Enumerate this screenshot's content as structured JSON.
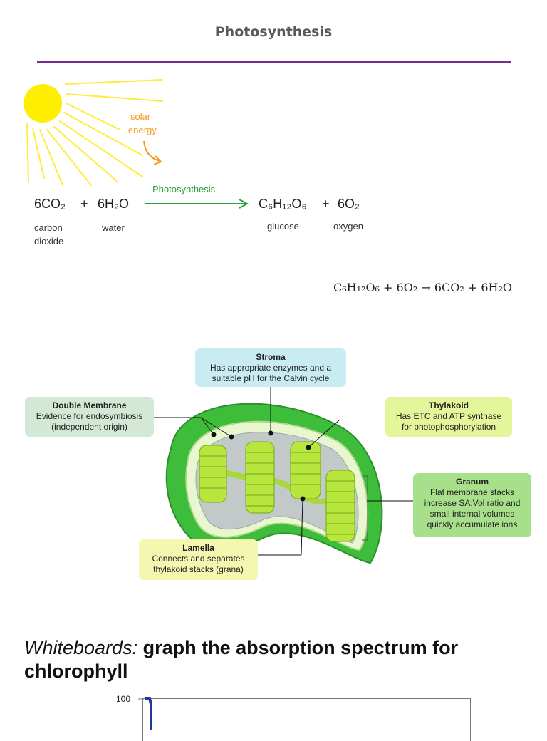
{
  "header": {
    "title": "Photosynthesis"
  },
  "equation_diagram": {
    "solar_line1": "solar",
    "solar_line2": "energy",
    "arrow_label": "Photosynthesis",
    "reactant1": "6CO₂",
    "plus1": "+",
    "reactant2": "6H₂O",
    "product1": "C₆H₁₂O₆",
    "plus2": "+",
    "product2": "6O₂",
    "label_co2_line1": "carbon",
    "label_co2_line2": "dioxide",
    "label_water": "water",
    "label_glucose": "glucose",
    "label_oxygen": "oxygen"
  },
  "respiration_equation": "C₆H₁₂O₆ + 6O₂ → 6CO₂ + 6H₂O",
  "chloroplast": {
    "stroma": {
      "title": "Stroma",
      "line1": "Has appropriate enzymes and a",
      "line2": "suitable pH for the Calvin cycle"
    },
    "double_membrane": {
      "title": "Double Membrane",
      "line1": "Evidence for endosymbiosis",
      "line2": "(independent origin)"
    },
    "thylakoid": {
      "title": "Thylakoid",
      "line1": "Has ETC and ATP synthase",
      "line2": "for photophosphorylation"
    },
    "granum": {
      "title": "Granum",
      "line1": "Flat membrane stacks",
      "line2": "increase SA:Vol ratio and",
      "line3": "small internal volumes",
      "line4": "quickly accumulate ions"
    },
    "lamella": {
      "title": "Lamella",
      "line1": "Connects and separates",
      "line2": "thylakoid stacks (grana)"
    }
  },
  "whiteboard": {
    "lead": "Whiteboards:",
    "rest": "graph the absorption spectrum for",
    "line2": "chlorophyll"
  },
  "chart": {
    "y_tick_top": "100"
  },
  "colors": {
    "rule": "#7b2a8d",
    "sun": "#ffee00",
    "arrow": "#2e9e3a",
    "solar": "#f39a1e"
  }
}
